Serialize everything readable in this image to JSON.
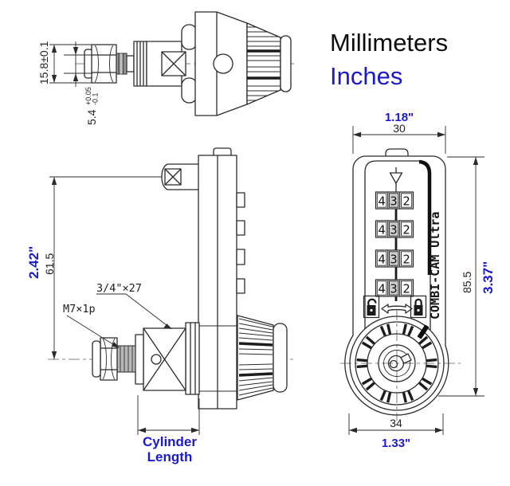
{
  "header": {
    "millimeters": "Millimeters",
    "inches": "Inches"
  },
  "colors": {
    "ink": "#2b2b2b",
    "blue": "#1b19cc"
  },
  "top_view": {
    "dim_height": "15.8±0.1",
    "dim_depth": {
      "value": "5.4",
      "tol_plus": "+0.05",
      "tol_minus": "-0.1"
    }
  },
  "side_view": {
    "dim_vertical": {
      "inches": "2.42\"",
      "mm": "61.5"
    },
    "cam_thread_label": "3/4\"×27",
    "cylinder_thread_label": "M7×1p",
    "cylinder_length": {
      "line1": "Cylinder",
      "line2": "Length"
    }
  },
  "front_view": {
    "dim_width": {
      "inches": "1.18\"",
      "mm": "30"
    },
    "dim_height": {
      "mm": "85.5",
      "inches": "3.37\""
    },
    "dim_dial": {
      "mm": "34",
      "inches": "1.33\""
    },
    "brand": "COMBI-CAM Ultra",
    "wheel_rows": [
      {
        "digits": [
          "4",
          "3",
          "2"
        ]
      },
      {
        "digits": [
          "4",
          "3",
          "2"
        ]
      },
      {
        "digits": [
          "4",
          "3",
          "2"
        ]
      },
      {
        "digits": [
          "4",
          "3",
          "2"
        ]
      }
    ]
  }
}
